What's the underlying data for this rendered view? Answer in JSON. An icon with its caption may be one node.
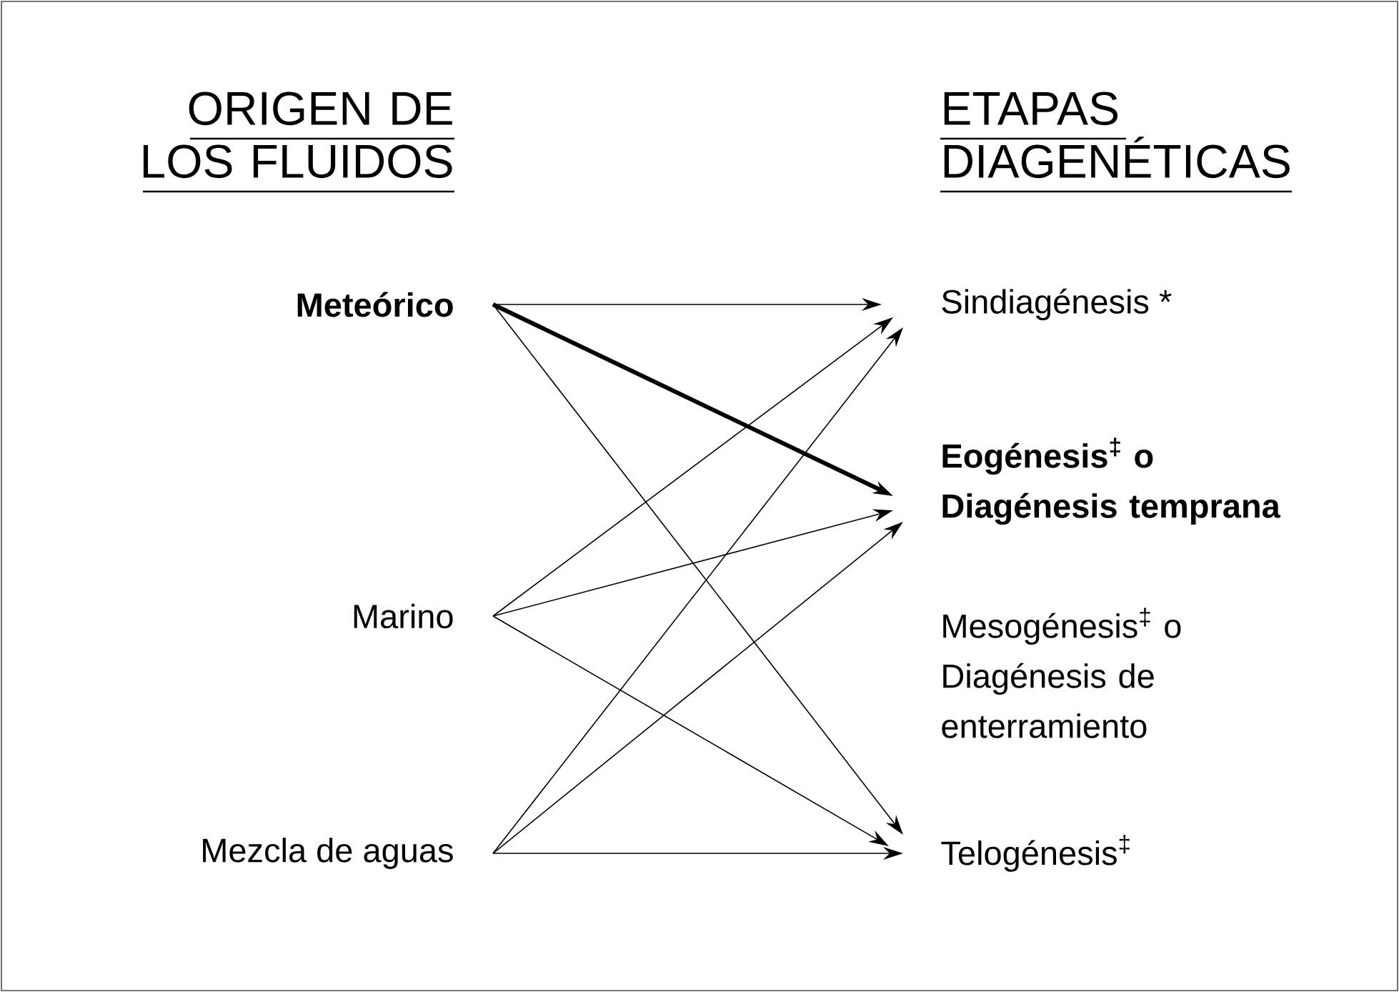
{
  "diagram": {
    "nodes": [
      {
        "text": [
          "Meteórico"
        ]
      },
      {
        "text": [
          "Marino"
        ]
      },
      {
        "text": [
          "Mezcla de aguas"
        ]
      },
      {
        "text": [
          "Sindiagénesis *"
        ]
      },
      {
        "text": [
          "Eogénesis$^{‡}$ o Diagénesis temprana"
        ]
      },
      {
        "text": [
          "Mesogénesis$^{‡}$ o Diagénesis de enterramiento"
        ]
      },
      {
        "text": [
          "Telogénesis$^{‡}$"
        ]
      }
    ],
    "edges": [
      {
        "from": 0,
        "to": 3,
        "arrow": "to"
      },
      {
        "from": 0,
        "to": 4,
        "arrow": "to",
        "style": "thick"
      },
      {
        "from": 0,
        "to": 6,
        "arrow": "to"
      },
      {
        "from": 1,
        "to": 3,
        "arrow": "to"
      },
      {
        "from": 1,
        "to": 4,
        "arrow": "to"
      },
      {
        "from": 1,
        "to": 6,
        "arrow": "to"
      },
      {
        "from": 2,
        "to": 3,
        "arrow": "to"
      },
      {
        "from": 2,
        "to": 4,
        "arrow": "to"
      },
      {
        "from": 2,
        "to": 6,
        "arrow": "to"
      }
    ],
    "labels": [
      "ORIGEN DE LOS FLUIDOS",
      "ETAPAS DIAGENÉTICAS"
    ]
  }
}
